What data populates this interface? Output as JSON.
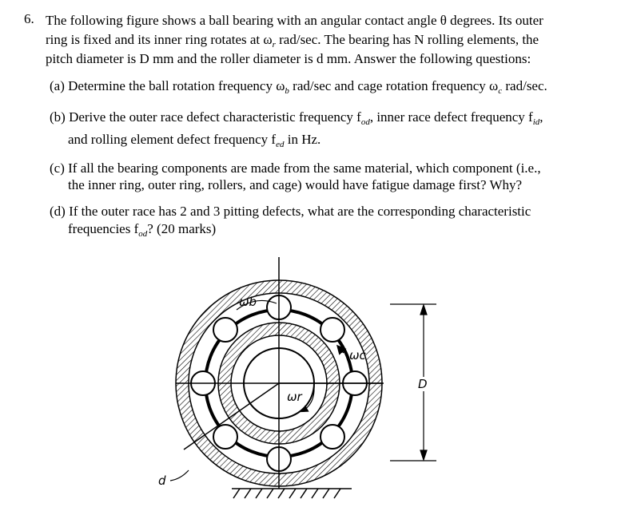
{
  "question": {
    "number": "6.",
    "intro": [
      "The following figure shows a ball bearing with an angular contact angle θ degrees. Its outer",
      "ring is fixed and its inner ring rotates at ω",
      "rad/sec. The bearing has N rolling elements, the",
      "pitch diameter is D mm and the roller diameter is d mm. Answer the following questions:"
    ],
    "intro_sub": "r",
    "parts": {
      "a": {
        "pre": "(a) Determine the ball rotation frequency ω",
        "sub1": "b",
        "mid": " rad/sec and cage rotation frequency ω",
        "sub2": "c",
        "post": " rad/sec."
      },
      "b": {
        "l1_pre": "(b) Derive the outer race defect characteristic frequency f",
        "sub1": "od",
        "l1_mid": ", inner race defect frequency f",
        "sub2": "id",
        "l1_post": ",",
        "l2_pre": "and rolling element defect frequency f",
        "sub3": "ed",
        "l2_post": " in Hz."
      },
      "c": {
        "l1": "(c) If all the bearing components are made from the same material, which component (i.e.,",
        "l2": "the inner ring, outer ring, rollers, and cage) would have fatigue damage first? Why?"
      },
      "d": {
        "l1": "(d) If the outer race has 2 and 3 pitting defects, what are the corresponding characteristic",
        "l2_pre": "frequencies f",
        "sub": "od",
        "l2_post": "? (20 marks)"
      }
    }
  },
  "figure": {
    "label_wb": "ωb",
    "label_wc": "ωc",
    "label_wr": "ωr",
    "label_D": "D",
    "label_d": "d"
  }
}
